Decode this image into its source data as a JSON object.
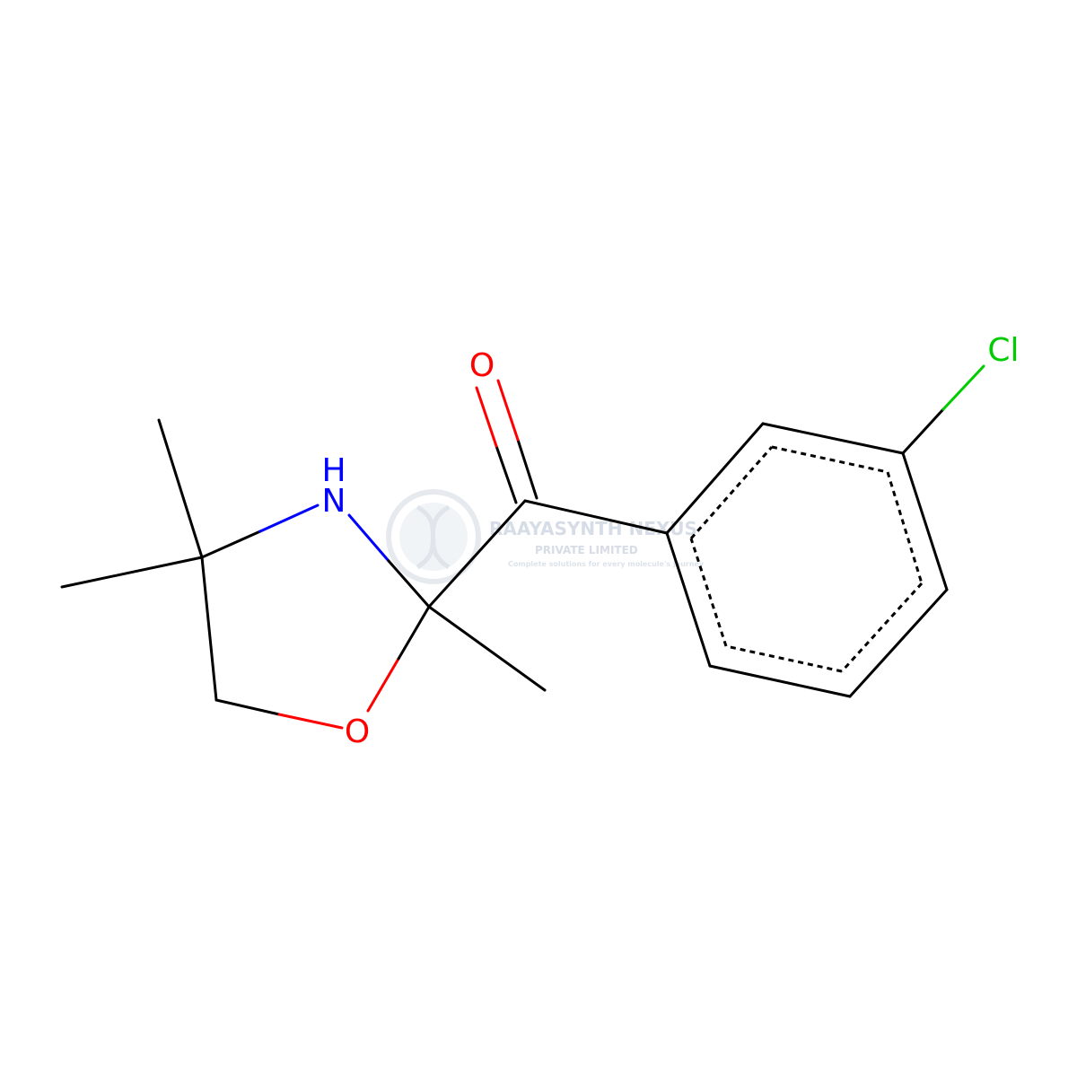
{
  "molecule": {
    "atom_labels": {
      "carbonyl_oxygen": "O",
      "chlorine": "Cl",
      "amine_nitrogen": "N",
      "amine_hydrogen": "H",
      "ring_oxygen": "O"
    }
  },
  "watermark": {
    "title": "RAAYASYNTH NEXUS",
    "subtitle": "PRIVATE LIMITED",
    "tagline": "Complete solutions for every molecule's journey"
  },
  "colors": {
    "bond": "#000000",
    "oxygen": "#ff0000",
    "nitrogen": "#0000ff",
    "chlorine": "#00cc00",
    "background": "#ffffff",
    "watermark": "#d7dde6"
  }
}
